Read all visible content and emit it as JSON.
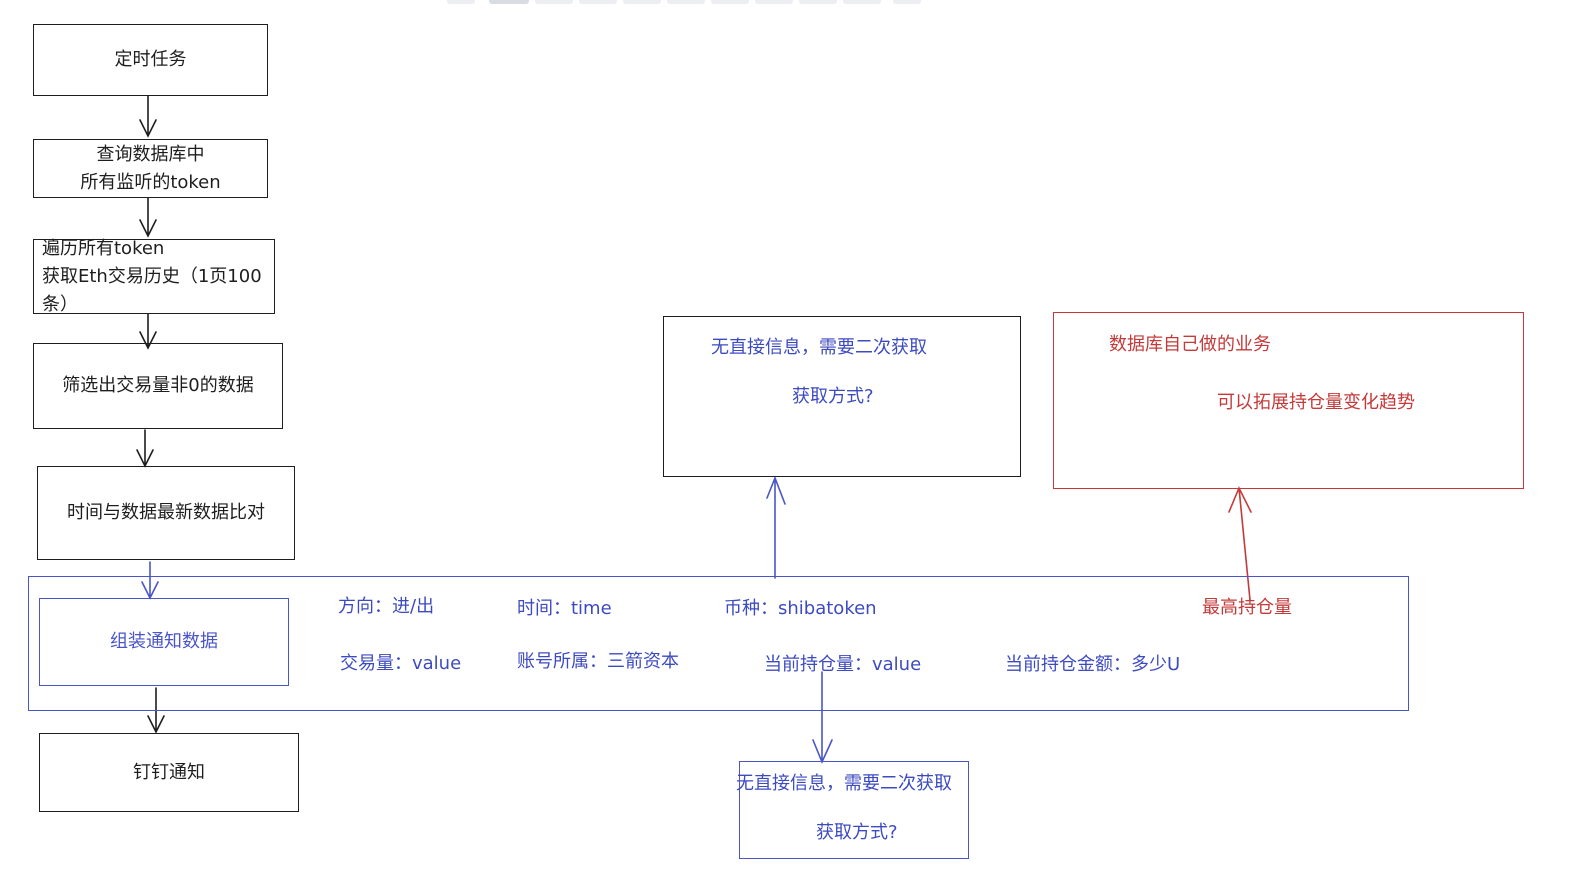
{
  "flow": {
    "steps": [
      {
        "lines": [
          "定时任务"
        ]
      },
      {
        "lines": [
          "查询数据库中",
          "所有监听的token"
        ]
      },
      {
        "lines": [
          "遍历所有token",
          "获取Eth交易历史（1页100条）"
        ]
      },
      {
        "lines": [
          "筛选出交易量非0的数据"
        ]
      },
      {
        "lines": [
          "时间与数据最新数据比对"
        ]
      },
      {
        "lines": [
          "组装通知数据"
        ]
      },
      {
        "lines": [
          "钉钉通知"
        ]
      }
    ]
  },
  "notify_fields": {
    "direction": "方向：进/出",
    "time": "时间：time",
    "currency": "币种：shibatoken",
    "max_position": "最高持仓量",
    "volume": "交易量：value",
    "account": "账号所属：三箭资本",
    "current_position": "当前持仓量：value",
    "current_amount": "当前持仓金额：多少U"
  },
  "notes": {
    "top_blue": {
      "line1": "无直接信息，需要二次获取",
      "line2": "获取方式?"
    },
    "bottom_blue": {
      "line1": "无直接信息，需要二次获取",
      "line2": "获取方式?"
    },
    "red": {
      "line1": "数据库自己做的业务",
      "line2": "可以拓展持仓量变化趋势"
    }
  },
  "colors": {
    "blue": "#4a55c8",
    "red": "#c43a3a",
    "dark": "#1e1e1e"
  }
}
